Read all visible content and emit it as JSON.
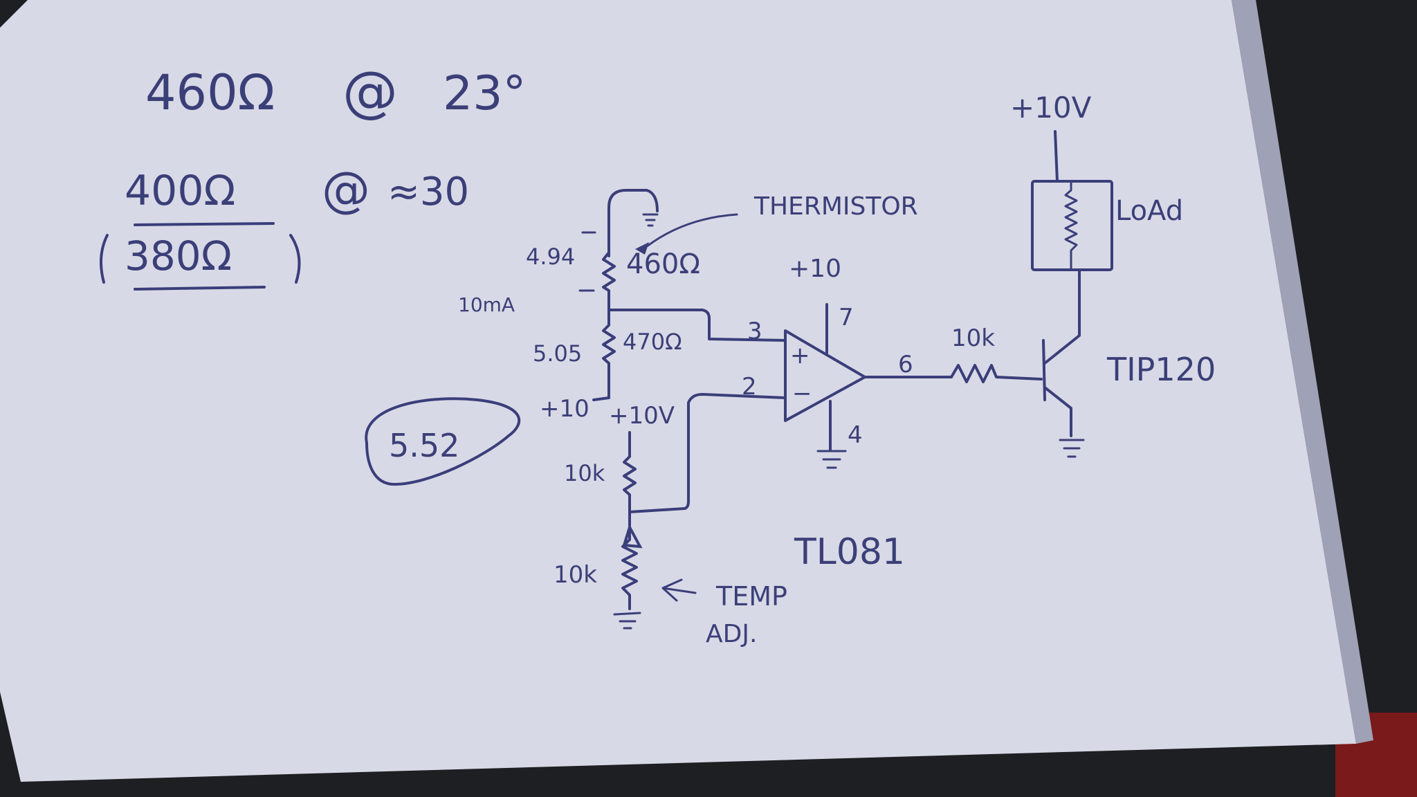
{
  "colors": {
    "paper": "#d8d9e6",
    "paper_shadow": "#c6c7d8",
    "ink": "#3a3e7a",
    "background": "#1d1f22"
  },
  "notes": {
    "line1_value": "460Ω",
    "line1_at": "@",
    "line1_temp": "23°",
    "line2_value": "400Ω",
    "line2_at": "@",
    "line2_temp": "≈30",
    "line3_value": "380Ω"
  },
  "circuit": {
    "thermistor_label": "THERMISTOR",
    "thermistor_value": "460Ω",
    "thermistor_voltage": "4.94",
    "divider_current": "10mA",
    "divider_resistor_value": "470Ω",
    "divider_voltage": "5.05",
    "divider_supply": "+10",
    "measured_voltage": "5.52",
    "ref_supply": "+10V",
    "ref_resistor_value": "10k",
    "pot_value": "10k",
    "pot_label_line1": "TEMP",
    "pot_label_line2": "ADJ.",
    "opamp_supply": "+10",
    "opamp_pin_vcc": "7",
    "opamp_pin_noninv": "3",
    "opamp_pin_inv": "2",
    "opamp_pin_out": "6",
    "opamp_pin_gnd": "4",
    "opamp_plus": "+",
    "opamp_minus": "−",
    "opamp_part": "TL081",
    "base_resistor_value": "10k",
    "transistor_part": "TIP120",
    "load_supply": "+10V",
    "load_label": "LoAd"
  }
}
